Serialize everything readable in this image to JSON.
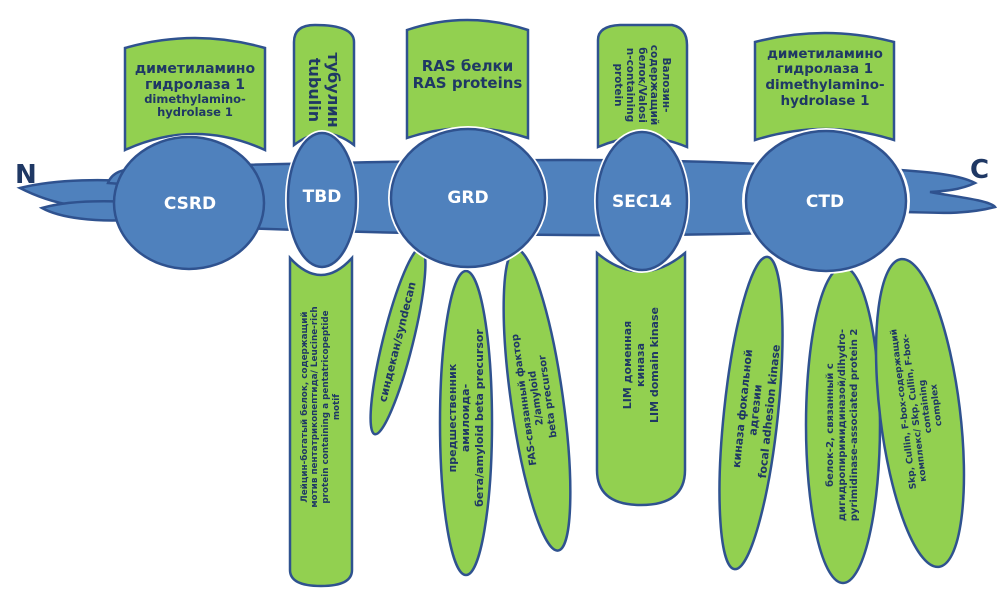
{
  "colors": {
    "domain_fill": "#4f81bd",
    "domain_stroke": "#2f528f",
    "partner_fill": "#92d050",
    "text_dark": "#1f3864",
    "domain_text": "#ffffff"
  },
  "termini": {
    "n": "N",
    "c": "C"
  },
  "domains": [
    {
      "id": "csrd",
      "label": "CSRD"
    },
    {
      "id": "tbd",
      "label": "TBD"
    },
    {
      "id": "grd",
      "label": "GRD"
    },
    {
      "id": "sec14",
      "label": "SEC14"
    },
    {
      "id": "ctd",
      "label": "CTD"
    }
  ],
  "top_partners": [
    {
      "domain": "CSRD",
      "lines": [
        "диметиламино",
        "гидролаза 1",
        "dimethylamino-",
        "hydrolase 1"
      ]
    },
    {
      "domain": "TBD",
      "lines": [
        "тубулин",
        "tubulin"
      ]
    },
    {
      "domain": "GRD",
      "lines": [
        "RAS белки",
        "RAS proteins"
      ]
    },
    {
      "domain": "SEC14",
      "lines": [
        "Валозин-",
        "содержащий",
        "белок/Valosi",
        "n-containing",
        "protein"
      ]
    },
    {
      "domain": "CTD",
      "lines": [
        "диметиламино",
        "гидролаза 1",
        "dimethylamino-",
        "hydrolase 1"
      ]
    }
  ],
  "bottom_partners": [
    {
      "domain": "TBD",
      "lines": [
        "Лейцин-богатый белок, содержащий",
        "мотив пентатрикопептида/ Leucine-rich",
        "protein containing a pentatricopeptide",
        "motif"
      ]
    },
    {
      "domain": "GRD",
      "lines": [
        "синдекан/syndecan"
      ]
    },
    {
      "domain": "GRD",
      "lines": [
        "предшественник амилоида-",
        "бета/amyloid beta precursor"
      ]
    },
    {
      "domain": "GRD",
      "lines": [
        "FAS-связанный фактор 2/amyloid",
        "beta precursor"
      ]
    },
    {
      "domain": "SEC14",
      "lines": [
        "LIM доменная киназа",
        "LIM domain kinase"
      ]
    },
    {
      "domain": "CTD",
      "lines": [
        "киназа фокальной адгезии",
        "focal adhesion kinase"
      ]
    },
    {
      "domain": "CTD",
      "lines": [
        "белок-2, связанный с",
        "дигидропиримидиназой/dihydro-",
        "pyrimidinase-associated protein 2"
      ]
    },
    {
      "domain": "CTD",
      "lines": [
        "Skp, Cullin, F-box-содержащий",
        "комплекс/ Skp, Cullin, F-box-containing",
        "complex"
      ]
    }
  ]
}
